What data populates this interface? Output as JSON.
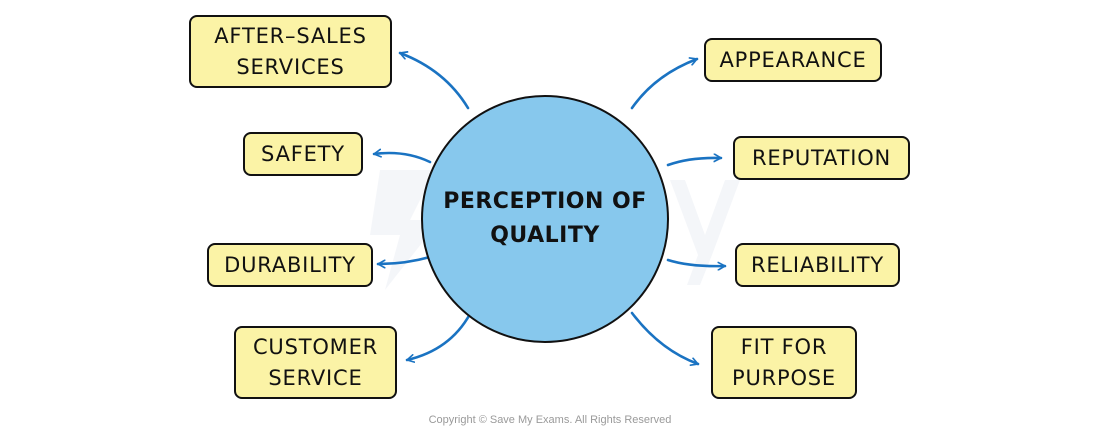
{
  "diagram": {
    "center_label": "PERCEPTION OF QUALITY",
    "left_factors": [
      "AFTER–SALES SERVICES",
      "SAFETY",
      "DURABILITY",
      "CUSTOMER SERVICE"
    ],
    "right_factors": [
      "APPEARANCE",
      "REPUTATION",
      "RELIABILITY",
      "FIT FOR PURPOSE"
    ],
    "colors": {
      "center_fill": "#87c8ed",
      "box_fill": "#fbf3a6",
      "arrow": "#1a73c2",
      "outline": "#111111"
    }
  },
  "footer": {
    "copyright": "Copyright © Save My Exams. All Rights Reserved"
  }
}
